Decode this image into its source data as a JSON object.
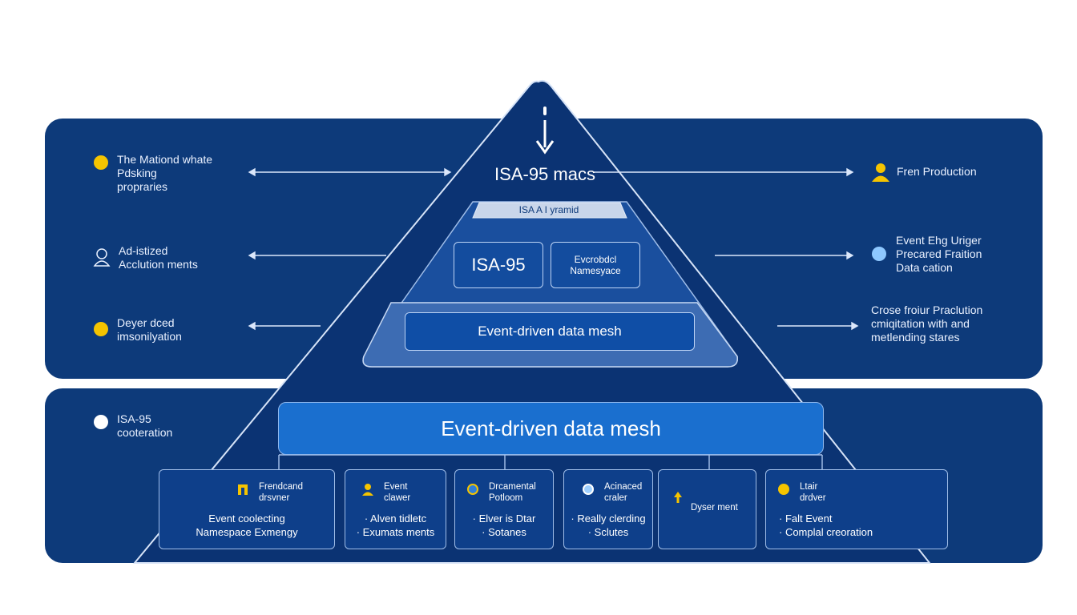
{
  "apex": {
    "title": "ISA-95 macs"
  },
  "pyramid": {
    "tier_label": "ISA A  I  yramid",
    "isa_box": "ISA-95",
    "namespace_box": "Evcrobdcl\nNamesyace",
    "event_mesh_inner": "Event-driven data mesh",
    "event_mesh_main": "Event-driven data mesh"
  },
  "left_items": [
    {
      "text": "The Mationd whate\nPdsking\npropraries",
      "icon": "yellow-face-icon"
    },
    {
      "text": "Ad-istized\nAcclution ments",
      "icon": "person-headset-icon"
    },
    {
      "text": "Deyer dced\nimsonilyation",
      "icon": "yellow-dot-icon"
    },
    {
      "text": "ISA-95\ncooteration",
      "icon": "white-dot-icon"
    }
  ],
  "right_items": [
    {
      "text": "Fren Production",
      "icon": "yellow-person-icon"
    },
    {
      "text": "Event Ehg Uriger\nPrecared Fraition\nData cation",
      "icon": "blue-dot-icon"
    },
    {
      "text": "Crose froiur Praclution\ncmiqitation with and\nmetlending stares",
      "icon": ""
    }
  ],
  "cards": [
    {
      "title": "Frendcand\ndrsvner",
      "body": "Event coolecting\nNamespace Exmengy",
      "icon": "yellow-building-icon"
    },
    {
      "title": "Event\nclawer",
      "body": "· Alven tidletc\n· Exumats ments",
      "icon": "yellow-person-icon"
    },
    {
      "title": "Drcamental\nPotloom",
      "body": "· Elver is Dtar\n· Sotanes",
      "icon": "blue-ring-icon"
    },
    {
      "title": "Acinaced\ncraler",
      "body": "· Really clerding\n· Sclutes",
      "icon": "blue-ring-icon"
    },
    {
      "title": "Dyser ment",
      "body": "",
      "icon": "yellow-arrow-icon"
    },
    {
      "title": "Ltair\ndrdver",
      "body": "· Falt Event\n· Complal creoration",
      "icon": "yellow-face-icon"
    }
  ],
  "colors": {
    "panel": "#0d3a7a",
    "accent_yellow": "#f5c400",
    "accent_blue": "#2f7fd8",
    "line": "#bcd3f5"
  }
}
